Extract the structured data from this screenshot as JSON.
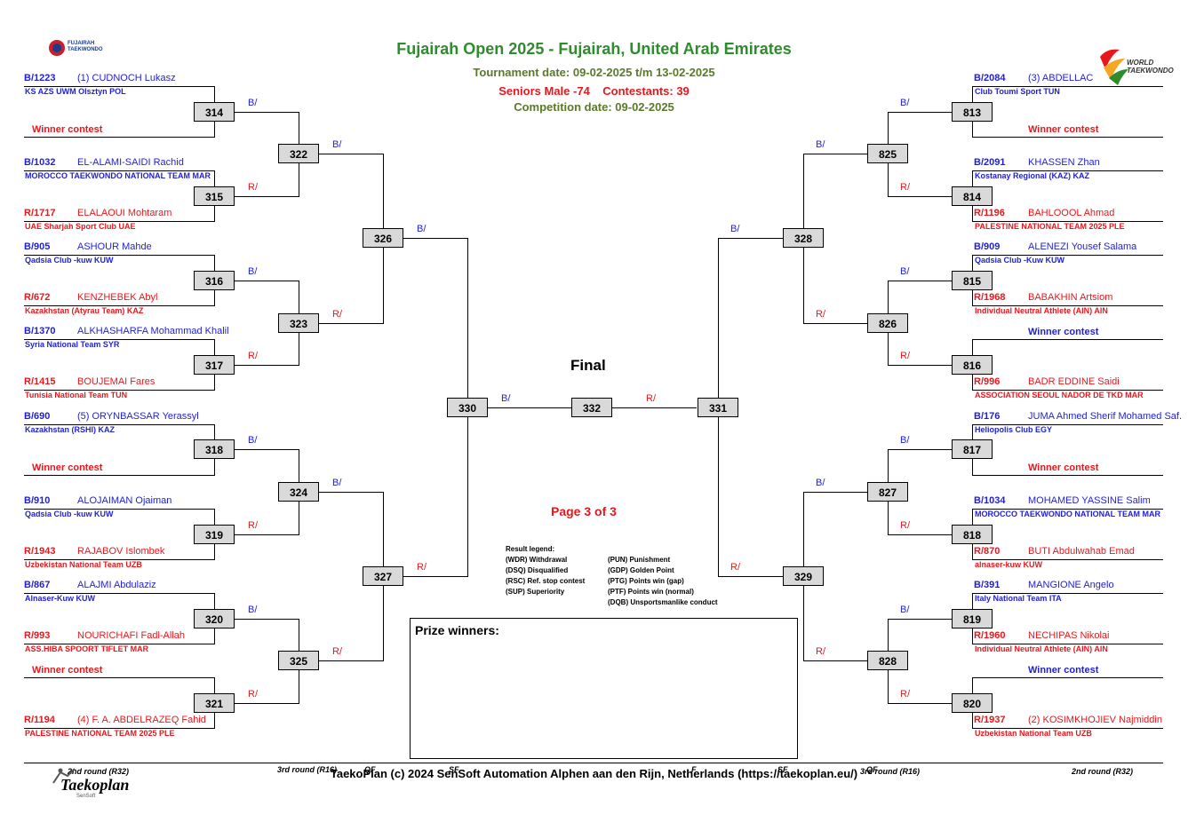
{
  "header": {
    "title": "Fujairah Open 2025 - Fujairah, United Arab Emirates",
    "tournament_date": "Tournament date:    09-02-2025 t/m 13-02-2025",
    "category": "Seniors Male -74",
    "contestants": "Contestants: 39",
    "competition_date": "Competition date: 09-02-2025"
  },
  "logo_left": {
    "line1": "FUJAIRAH",
    "line2": "TAEKWONDO"
  },
  "logo_right": {
    "line1": "WORLD",
    "line2": "TAEKWONDO"
  },
  "left": [
    {
      "id": "B/1223",
      "name": "(1) CUDNOCH Lukasz",
      "club": "KS AZS UWM Olsztyn POL",
      "color": "blue"
    },
    {
      "wc": "Winner contest"
    },
    {
      "id": "B/1032",
      "name": "EL-ALAMI-SAIDI Rachid",
      "club": "MOROCCO TAEKWONDO NATIONAL TEAM MAR",
      "color": "blue"
    },
    {
      "id": "R/1717",
      "name": "ELALAOUI Mohtaram",
      "club": "UAE Sharjah Sport Club UAE",
      "color": "red"
    },
    {
      "id": "B/905",
      "name": "ASHOUR Mahde",
      "club": "Qadsia Club -kuw KUW",
      "color": "blue"
    },
    {
      "id": "R/672",
      "name": "KENZHEBEK Abyl",
      "club": "Kazakhstan (Atyrau Team) KAZ",
      "color": "red"
    },
    {
      "id": "B/1370",
      "name": "ALKHASHARFA Mohammad Khalil",
      "club": "Syria National Team SYR",
      "color": "blue"
    },
    {
      "id": "R/1415",
      "name": "BOUJEMAI Fares",
      "club": "Tunisia National Team TUN",
      "color": "red"
    },
    {
      "id": "B/690",
      "name": "(5) ORYNBASSAR Yerassyl",
      "club": "Kazakhstan (RSHI) KAZ",
      "color": "blue"
    },
    {
      "wc": "Winner contest"
    },
    {
      "id": "B/910",
      "name": "ALOJAIMAN Ojaiman",
      "club": "Qadsia Club -kuw KUW",
      "color": "blue"
    },
    {
      "id": "R/1943",
      "name": "RAJABOV Islombek",
      "club": "Uzbekistan National Team UZB",
      "color": "red"
    },
    {
      "id": "B/867",
      "name": "ALAJMI Abdulaziz",
      "club": "Alnaser-Kuw KUW",
      "color": "blue"
    },
    {
      "id": "R/993",
      "name": "NOURICHAFI Fadl-Allah",
      "club": "ASS.HIBA SPOORT TIFLET MAR",
      "color": "red"
    },
    {
      "wc": "Winner contest"
    },
    {
      "id": "R/1194",
      "name": "(4) F. A. ABDELRAZEQ Fahid",
      "club": "PALESTINE NATIONAL TEAM 2025 PLE",
      "color": "red"
    }
  ],
  "right": [
    {
      "id": "B/2084",
      "name": "(3) ABDELLAC",
      "club": "Club Toumi Sport TUN",
      "color": "blue"
    },
    {
      "wc": "Winner contest"
    },
    {
      "id": "B/2091",
      "name": "KHASSEN Zhan",
      "club": "Kostanay Regional (KAZ) KAZ",
      "color": "blue"
    },
    {
      "id": "R/1196",
      "name": "BAHLOOOL Ahmad",
      "club": "PALESTINE NATIONAL TEAM 2025 PLE",
      "color": "red"
    },
    {
      "id": "B/909",
      "name": "ALENEZI Yousef Salama",
      "club": "Qadsia Club -Kuw KUW",
      "color": "blue"
    },
    {
      "id": "R/1968",
      "name": "BABAKHIN Artsiom",
      "club": "Individual Neutral Athlete (AIN) AIN",
      "color": "red"
    },
    {
      "wc": "Winner contest"
    },
    {
      "id": "R/996",
      "name": "BADR EDDINE Saidi",
      "club": "ASSOCIATION SEOUL NADOR DE TKD MAR",
      "color": "red"
    },
    {
      "id": "B/176",
      "name": "JUMA Ahmed Sherif Mohamed Saf.",
      "club": "Heliopolis Club EGY",
      "color": "blue"
    },
    {
      "wc": "Winner contest"
    },
    {
      "id": "B/1034",
      "name": "MOHAMED YASSINE Salim",
      "club": "MOROCCO TAEKWONDO NATIONAL TEAM MAR",
      "color": "blue"
    },
    {
      "id": "R/870",
      "name": "BUTI Abdulwahab Emad",
      "club": "alnaser-kuw KUW",
      "color": "red"
    },
    {
      "id": "B/391",
      "name": "MANGIONE Angelo",
      "club": "Italy National Team ITA",
      "color": "blue"
    },
    {
      "id": "R/1960",
      "name": "NECHIPAS Nikolai",
      "club": "Individual Neutral Athlete (AIN) AIN",
      "color": "red"
    },
    {
      "wc": "Winner contest"
    },
    {
      "id": "R/1937",
      "name": "(2) KOSIMKHOJIEV Najmiddin",
      "club": "Uzbekistan National Team UZB",
      "color": "red"
    }
  ],
  "matches": {
    "r1_left": [
      "314",
      "315",
      "316",
      "317",
      "318",
      "319",
      "320",
      "321"
    ],
    "r2_left": [
      "322",
      "323",
      "324",
      "325"
    ],
    "r3_left": [
      "326",
      "327"
    ],
    "semi_left": "330",
    "final": "332",
    "semi_right": "331",
    "r3_right": [
      "328",
      "329"
    ],
    "r2_right": [
      "825",
      "826",
      "827",
      "828"
    ],
    "r1_right": [
      "813",
      "814",
      "815",
      "816",
      "817",
      "818",
      "819",
      "820"
    ]
  },
  "tags": {
    "blue": "B/",
    "red": "R/"
  },
  "final_label": "Final",
  "page_label": "Page 3 of 3",
  "legend": {
    "heading": "Result legend:",
    "col1": [
      "(WDR) Withdrawal",
      "(DSQ) Disqualified",
      "(RSC) Ref. stop contest",
      "(SUP) Superiority"
    ],
    "col2": [
      "(PUN) Punishment",
      "(GDP) Golden Point",
      "(PTG) Points win (gap)",
      "(PTF) Points win (normal)",
      "(DQB) Unsportsmanlike conduct"
    ]
  },
  "prize_winners": "Prize winners:",
  "footer": {
    "round_left_1": "2nd round (R32)",
    "round_left_2": "3rd round (R16)",
    "qf_left": "QF",
    "sf_left": "SF",
    "final": "F",
    "sf_right": "SF",
    "qf_right": "QF",
    "round_right_2": "3rd round (R16)",
    "round_right_1": "2nd round (R32)",
    "credit": "TaekoPlan (c) 2024 SenSoft Automation Alphen aan den Rijn, Netherlands (https://taekoplan.eu/)",
    "brand": "Taekoplan",
    "brand_sub": "SenSoft"
  },
  "colors": {
    "blue": "#1f1fd6",
    "red": "#e8171c",
    "green": "#2e8b2e",
    "box": "#d9d9d9"
  }
}
